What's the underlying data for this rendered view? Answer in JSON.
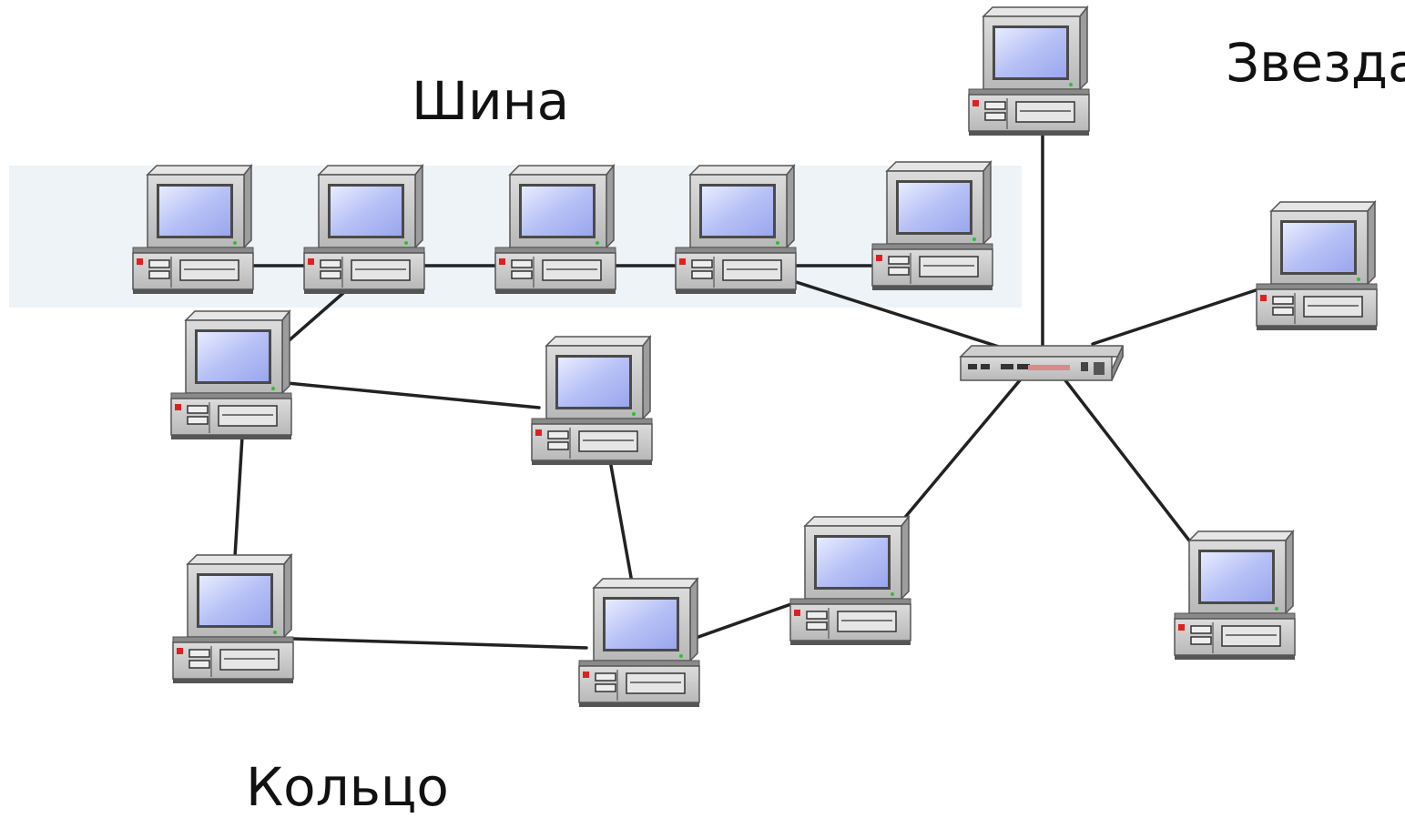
{
  "labels": {
    "bus": "Шина",
    "star": "Звезда",
    "ring": "Кольцо"
  },
  "colors": {
    "bus_band": "#eef3f8",
    "cable": "#222222",
    "case": "#c9c9c9",
    "screen": "#b9c3f7",
    "power_light": "#e02020"
  }
}
